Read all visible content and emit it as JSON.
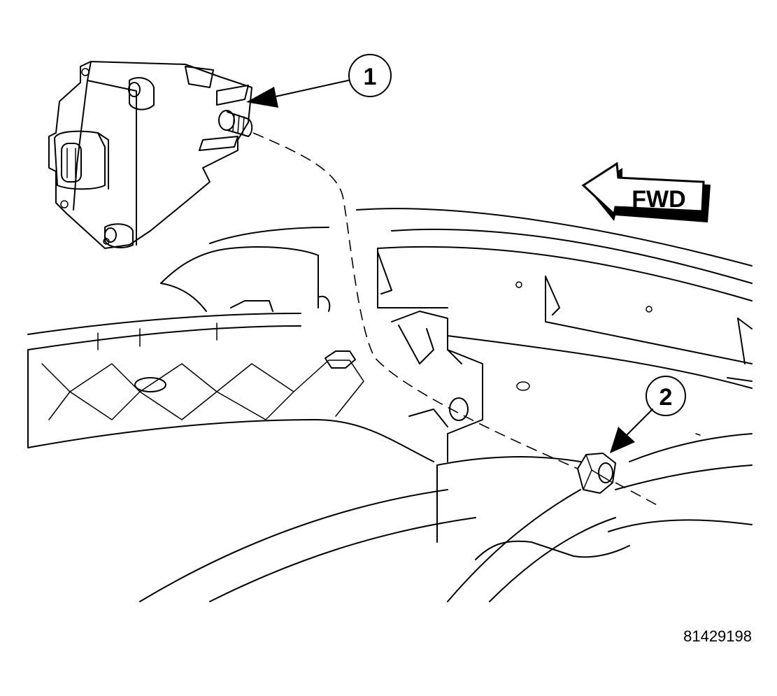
{
  "callouts": [
    {
      "number": "1"
    },
    {
      "number": "2"
    }
  ],
  "direction_label": "FWD",
  "figure_id": "81429198",
  "colors": {
    "line": "#000000",
    "background": "#ffffff"
  }
}
